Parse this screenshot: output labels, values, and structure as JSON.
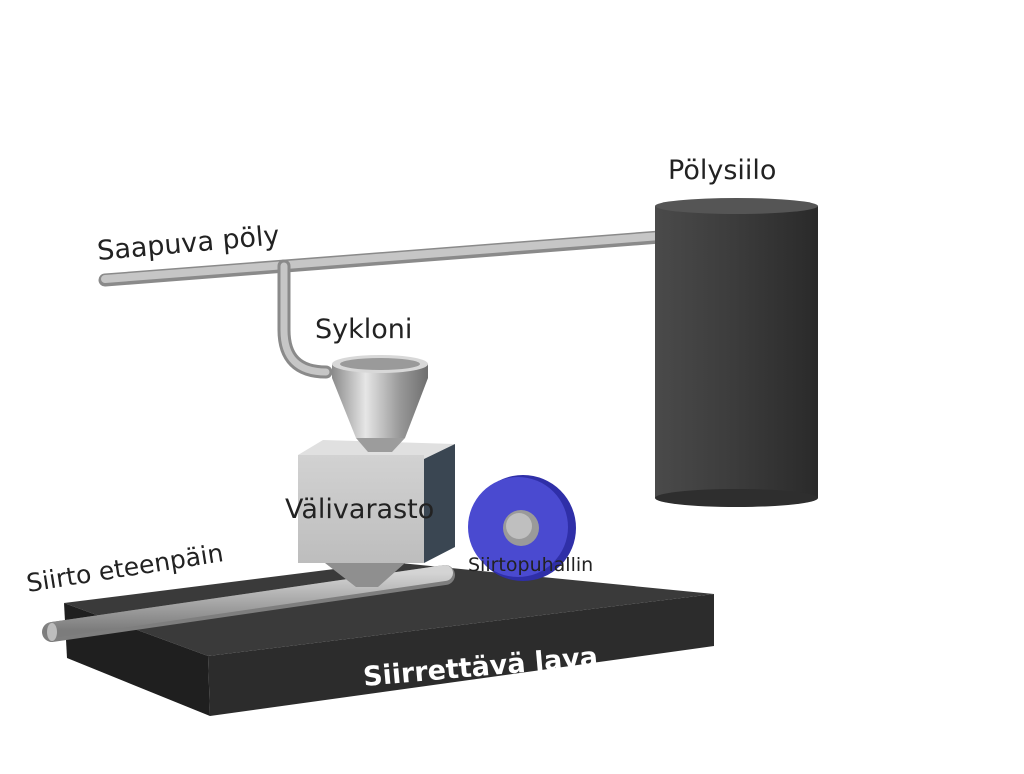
{
  "labels": {
    "incoming_dust": "Saapuva pöly",
    "dust_silo": "Pölysiilo",
    "cyclone": "Sykloni",
    "intermediate_storage": "Välivarasto",
    "transfer_forward": "Siirto eteenpäin",
    "transfer_blower": "Siirtopuhallin",
    "movable_platform": "Siirrettävä lava"
  },
  "colors": {
    "pipe": "#a9a9a9",
    "silo": "#3e3e3e",
    "platform": "#333333",
    "blower": "#4a4ad0",
    "storage_box": "#c9c9c9",
    "storage_side": "#3a4652"
  }
}
